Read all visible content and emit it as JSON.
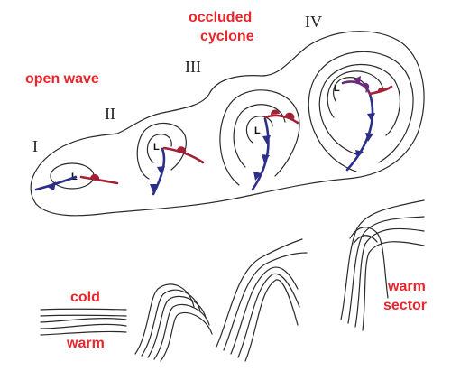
{
  "labels": {
    "open_wave": "open wave",
    "occluded_line1": "occluded",
    "occluded_line2": "cyclone",
    "cold": "cold",
    "warm": "warm",
    "warm_sector_line1": "warm",
    "warm_sector_line2": "sector"
  },
  "stages": [
    {
      "numeral": "I"
    },
    {
      "numeral": "II"
    },
    {
      "numeral": "III"
    },
    {
      "numeral": "IV"
    }
  ],
  "low_symbol": "L",
  "colors": {
    "label": "#e8262b",
    "cold_front": "#2b2f8a",
    "warm_front": "#a32134",
    "occluded_front": "#6b2a7a",
    "isobar": "#2a2a2a"
  }
}
